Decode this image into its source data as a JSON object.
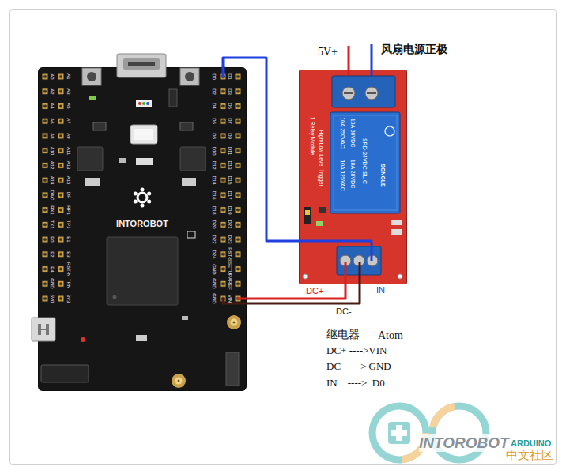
{
  "diagram": {
    "nodes": [
      {
        "text": [
          "INTOROBOT"
        ]
      },
      {
        "text": [
          "1 Relay Module",
          "High/Low Level Trigger",
          "10A 250VAC",
          "10A 125VAC",
          "10A 30VDC",
          "10A 28VDC",
          "SRD-24VDC-SL-C",
          "SONGLE"
        ]
      }
    ],
    "edges": [
      {
        "from": 0,
        "to": 1,
        "arrow": "none"
      },
      {
        "from": 0,
        "to": 1,
        "arrow": "none"
      },
      {
        "from": 0,
        "to": 1,
        "arrow": "none"
      }
    ],
    "labels": [
      "5V+",
      "风扇电源正极",
      "A0",
      "A1",
      "A2",
      "A3",
      "A4",
      "A5",
      "A6",
      "A7",
      "A8",
      "A9",
      "A10",
      "A11",
      "A12",
      "A13",
      "A14",
      "A15",
      "DAC",
      "DP",
      "RX1",
      "RP1",
      "TX1",
      "TP1",
      "E0",
      "E1",
      "E2",
      "E3",
      "E4",
      "RST-N",
      "GND",
      "TRN",
      "5V0",
      "3V3",
      "D0",
      "D1",
      "D2",
      "D3",
      "D4",
      "D5",
      "D6",
      "D7",
      "D8",
      "D9",
      "D10",
      "D11",
      "D12",
      "D13",
      "D14",
      "D15",
      "D16",
      "D17",
      "D18",
      "D19",
      "D20",
      "D21",
      "D22",
      "D23",
      "D24",
      "RST-S",
      "GND",
      "SETUP",
      "GND",
      "AREF",
      "GND",
      "VIN",
      "DC+",
      "DC-",
      "IN",
      "继电器",
      "Atom",
      "DC+ ---->VIN",
      "DC- ----> GND",
      "IN    ---->  D0",
      "INTOROBOT",
      "ARDUINO",
      "中文社区"
    ]
  }
}
